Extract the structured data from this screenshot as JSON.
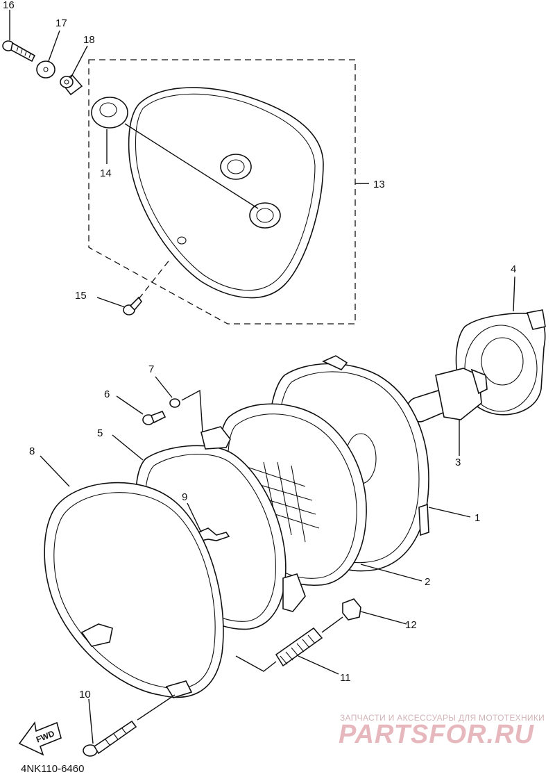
{
  "callouts": [
    {
      "id": "1",
      "text": "1"
    },
    {
      "id": "2",
      "text": "2"
    },
    {
      "id": "3",
      "text": "3"
    },
    {
      "id": "4",
      "text": "4"
    },
    {
      "id": "5",
      "text": "5"
    },
    {
      "id": "6",
      "text": "6"
    },
    {
      "id": "7",
      "text": "7"
    },
    {
      "id": "8",
      "text": "8"
    },
    {
      "id": "9",
      "text": "9"
    },
    {
      "id": "10",
      "text": "10"
    },
    {
      "id": "11",
      "text": "11"
    },
    {
      "id": "12",
      "text": "12"
    },
    {
      "id": "13",
      "text": "13"
    },
    {
      "id": "14",
      "text": "14"
    },
    {
      "id": "15",
      "text": "15"
    },
    {
      "id": "16",
      "text": "16"
    },
    {
      "id": "17",
      "text": "17"
    },
    {
      "id": "18",
      "text": "18"
    }
  ],
  "fwd_label": "FWD",
  "diagram_code": "4NK110-6460",
  "watermark": {
    "tagline": "ЗАПЧАСТИ И АКСЕССУАРЫ ДЛЯ МОТОТЕХНИКИ",
    "logo": "PARTSFOR.RU",
    "color": "#e6b8bd"
  }
}
